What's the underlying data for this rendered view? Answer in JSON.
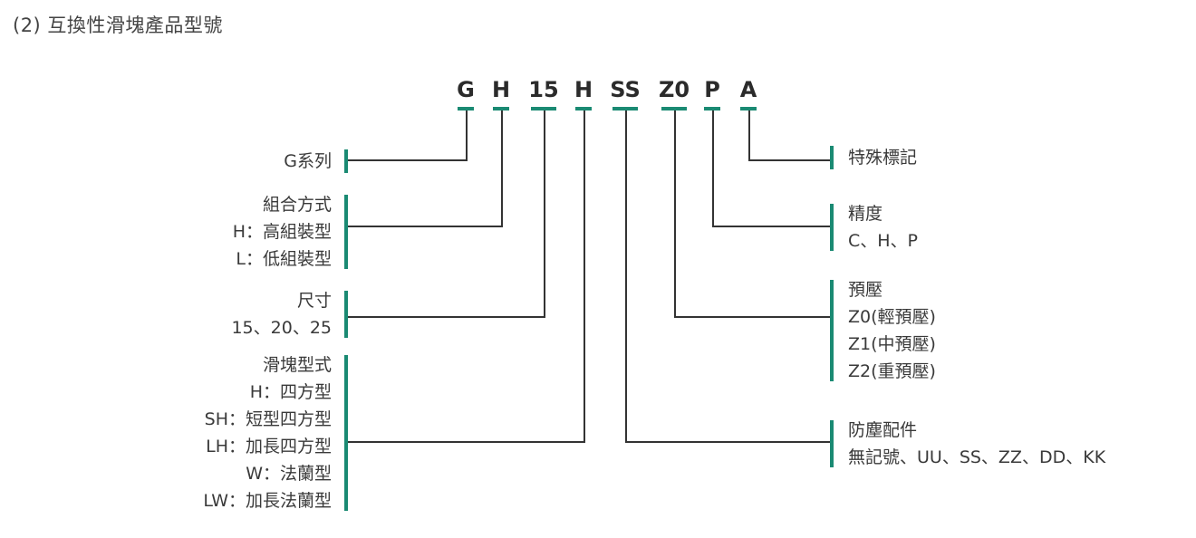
{
  "heading": "(2) 互換性滑塊產品型號",
  "code": [
    {
      "text": "G"
    },
    {
      "text": "H"
    },
    {
      "text": "15"
    },
    {
      "text": "H"
    },
    {
      "text": "SS"
    },
    {
      "text": "Z0"
    },
    {
      "text": "P"
    },
    {
      "text": "A"
    }
  ],
  "left_groups": [
    {
      "key": "series",
      "lines": [
        "G系列"
      ]
    },
    {
      "key": "assembly",
      "lines": [
        "組合方式",
        "H：高組裝型",
        "L：低組裝型"
      ]
    },
    {
      "key": "size",
      "lines": [
        "尺寸",
        "15、20、25"
      ]
    },
    {
      "key": "block-type",
      "lines": [
        "滑塊型式",
        "H：四方型",
        "SH：短型四方型",
        "LH：加長四方型",
        "W：法蘭型",
        "LW：加長法蘭型"
      ]
    }
  ],
  "right_groups": [
    {
      "key": "special-mark",
      "lines": [
        "特殊標記"
      ]
    },
    {
      "key": "precision",
      "lines": [
        "精度",
        "C、H、P"
      ]
    },
    {
      "key": "preload",
      "lines": [
        "預壓",
        "Z0(輕預壓)",
        "Z1(中預壓)",
        "Z2(重預壓)"
      ]
    },
    {
      "key": "dust-protection",
      "lines": [
        "防塵配件",
        "無記號、UU、SS、ZZ、DD、KK"
      ]
    }
  ],
  "colors": {
    "accent": "#1a8a73",
    "line": "#333333",
    "text": "#3a3a3a"
  }
}
